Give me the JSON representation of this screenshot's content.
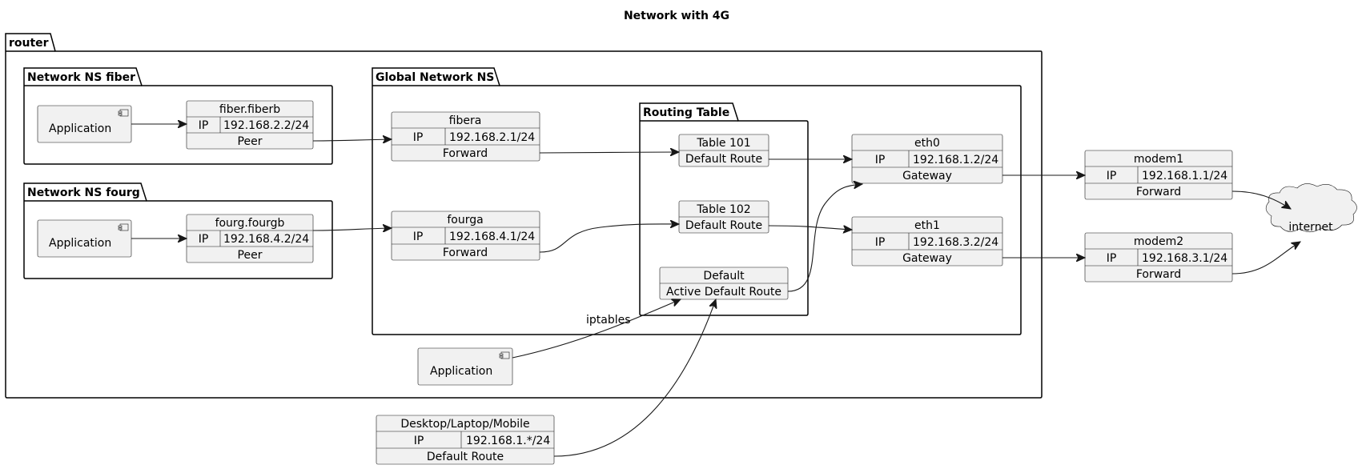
{
  "title": "Network with 4G",
  "packages": {
    "router": "router",
    "ns_fiber": "Network NS fiber",
    "ns_fourg": "Network NS fourg",
    "global_ns": "Global Network NS",
    "routing_table": "Routing Table"
  },
  "components": {
    "app_fiber": "Application",
    "app_fourg": "Application",
    "app_router": "Application"
  },
  "objects": {
    "fiber_fiberb": {
      "name": "fiber.fiberb",
      "ip_label": "IP",
      "ip": "192.168.2.2/24",
      "row": "Peer"
    },
    "fourg_fourgb": {
      "name": "fourg.fourgb",
      "ip_label": "IP",
      "ip": "192.168.4.2/24",
      "row": "Peer"
    },
    "fibera": {
      "name": "fibera",
      "ip_label": "IP",
      "ip": "192.168.2.1/24",
      "row": "Forward"
    },
    "fourga": {
      "name": "fourga",
      "ip_label": "IP",
      "ip": "192.168.4.1/24",
      "row": "Forward"
    },
    "table101": {
      "name": "Table 101",
      "row": "Default Route"
    },
    "table102": {
      "name": "Table 102",
      "row": "Default Route"
    },
    "default_table": {
      "name": "Default",
      "row": "Active Default Route"
    },
    "eth0": {
      "name": "eth0",
      "ip_label": "IP",
      "ip": "192.168.1.2/24",
      "row": "Gateway"
    },
    "eth1": {
      "name": "eth1",
      "ip_label": "IP",
      "ip": "192.168.3.2/24",
      "row": "Gateway"
    },
    "modem1": {
      "name": "modem1",
      "ip_label": "IP",
      "ip": "192.168.1.1/24",
      "row": "Forward"
    },
    "modem2": {
      "name": "modem2",
      "ip_label": "IP",
      "ip": "192.168.3.1/24",
      "row": "Forward"
    },
    "desktop": {
      "name": "Desktop/Laptop/Mobile",
      "ip_label": "IP",
      "ip": "192.168.1.*/24",
      "row": "Default Route"
    }
  },
  "cloud": {
    "label": "internet"
  },
  "edge_labels": {
    "iptables": "iptables"
  }
}
